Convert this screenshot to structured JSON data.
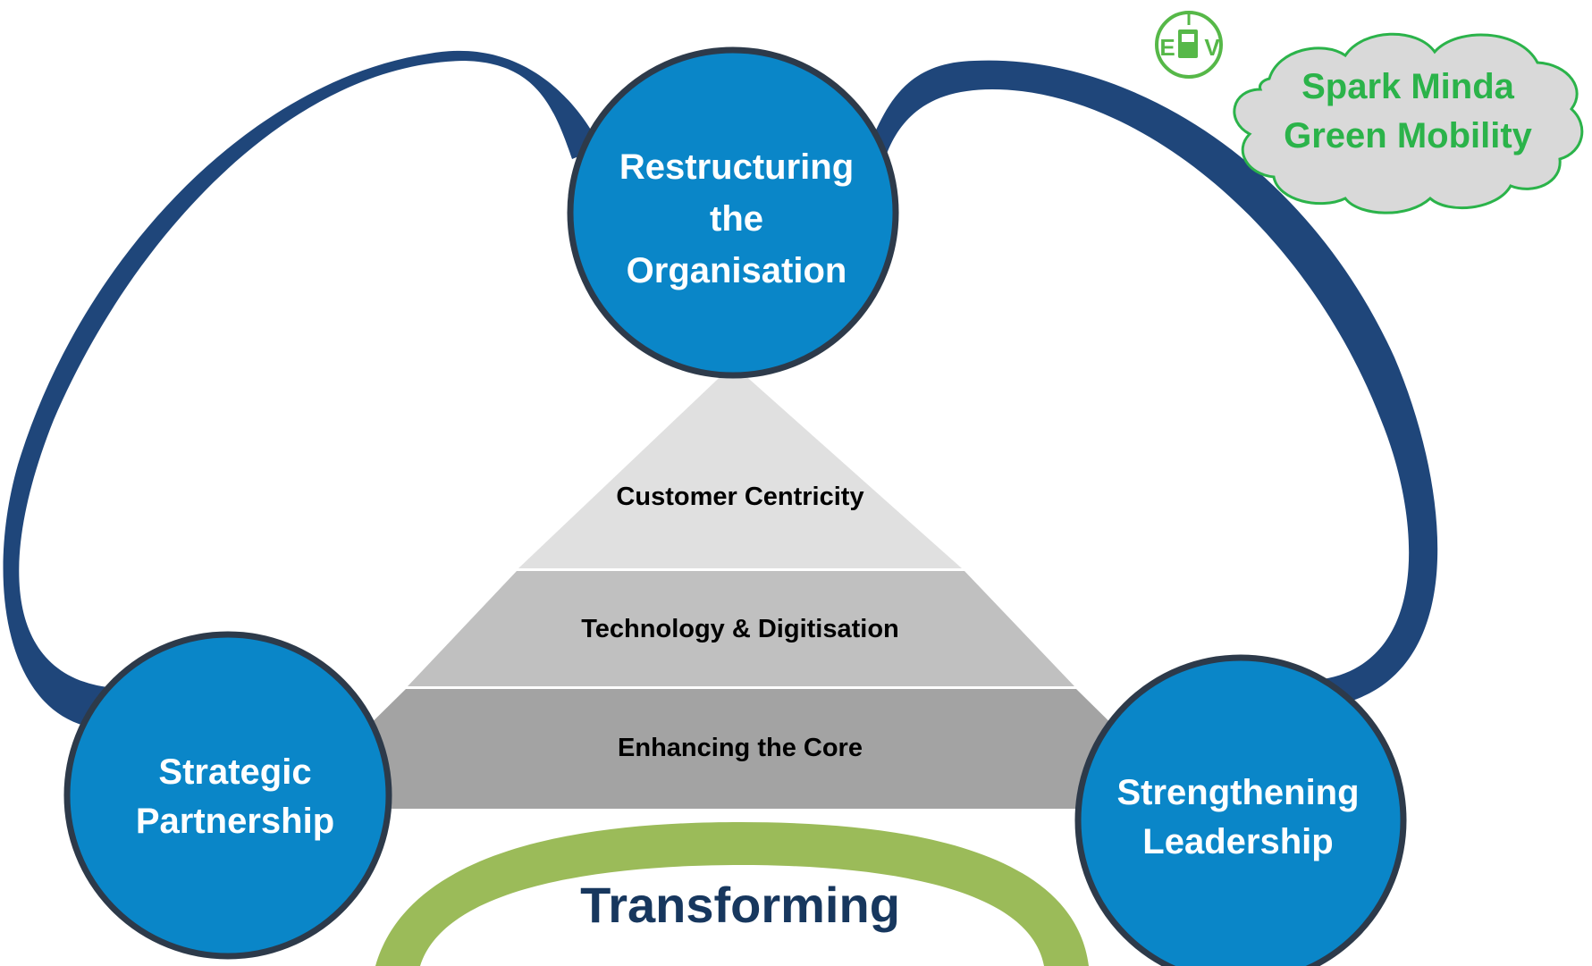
{
  "center_circles": {
    "top": {
      "lines": [
        "Restructuring",
        "the",
        "Organisation"
      ]
    },
    "left": {
      "lines": [
        "Strategic",
        "Partnership"
      ]
    },
    "right": {
      "lines": [
        "Strengthening",
        "Leadership"
      ]
    }
  },
  "pyramid": {
    "tiers": [
      {
        "label": "Customer Centricity",
        "color": "#e0e0e0"
      },
      {
        "label": "Technology & Digitisation",
        "color": "#c0c0c0"
      },
      {
        "label": "Enhancing the Core",
        "color": "#a3a3a3"
      }
    ]
  },
  "bottom": {
    "title": "Transforming"
  },
  "cloud": {
    "lines": [
      "Spark Minda",
      "Green Mobility"
    ]
  },
  "ev_logo": {
    "letters": [
      "E",
      "V"
    ]
  },
  "colors": {
    "circle_fill": "#0a86c8",
    "circle_border": "#2d3a4a",
    "arc": "#1f467a",
    "green_arc": "#9bbb59",
    "cloud_fill": "#d9d9d9",
    "cloud_border": "#2bb34a",
    "cloud_text": "#2bb34a",
    "title_text": "#17375e"
  }
}
